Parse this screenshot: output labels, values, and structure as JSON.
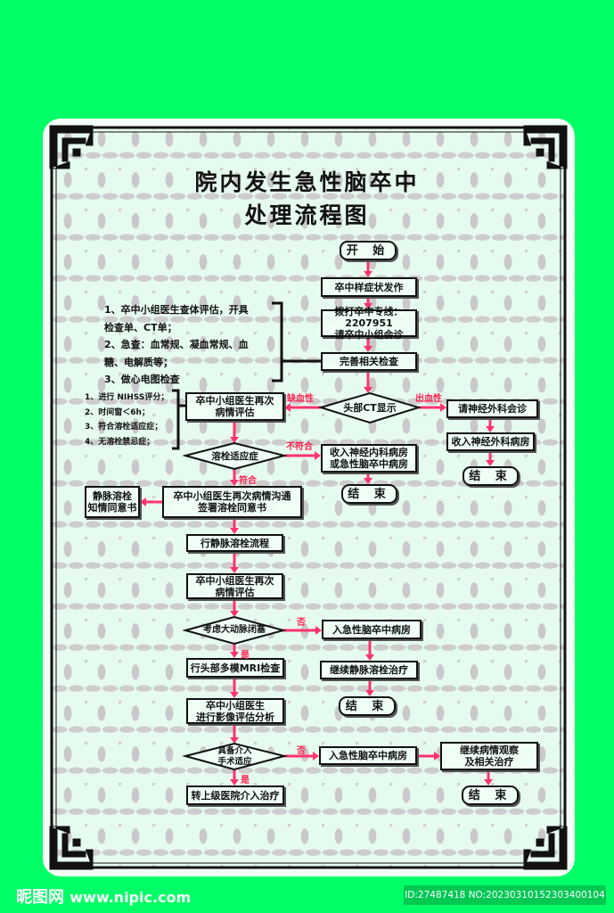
{
  "title": {
    "line1": "院内发生急性脑卒中",
    "line2": "处理流程图"
  },
  "nodes": {
    "start": "开 始",
    "symptom": "卒中样症状发作",
    "call": "拨打卒中专线：2207951\n请卒中小组会诊",
    "exam": "完善相关检查",
    "ct": "头部CT显示",
    "neurosurg_consult": "请神经外科会诊",
    "neurosurg_ward": "收入神经外科病房",
    "end1": "结 束",
    "reassess1": "卒中小组医生再次\n病情评估",
    "thrombolysis_ind": "溶栓适应症",
    "neuro_ward": "收入神经内科病房\n或急性脑卒中病房",
    "end2": "结 束",
    "consent_talk": "卒中小组医生再次病情沟通\n签署溶栓同意书",
    "consent_form": "静脉溶栓\n知情同意书",
    "iv_process": "行静脉溶栓流程",
    "reassess2": "卒中小组医生再次\n病情评估",
    "lvo": "考虑大动脉闭塞",
    "stroke_ward1": "入急性脑卒中病房",
    "continue_iv": "继续静脉溶栓治疗",
    "end3": "结 束",
    "mri": "行头部多模MRI检查",
    "imaging": "卒中小组医生\n进行影像评估分析",
    "intervention": "具备介入\n手术适应",
    "stroke_ward2": "入急性脑卒中病房",
    "observe": "继续病情观察\n及相关治疗",
    "end4": "结 束",
    "transfer": "转上级医院介入治疗"
  },
  "labels": {
    "ischemic": "缺血性",
    "hemorrhagic": "出血性",
    "not_meet": "不符合",
    "meet": "符合",
    "no1": "否",
    "yes1": "是",
    "no2": "否",
    "yes2": "是"
  },
  "notes1": [
    "1、卒中小组医生查体评估，开具",
    "检查单、CT单；",
    "2、急查：血常规、凝血常规、血",
    "糖、电解质等；",
    "3、做心电图检查"
  ],
  "notes2": [
    "1、进行 NIHSS评分；",
    "2、时间窗＜6h；",
    "3、符合溶栓适应症；",
    "4、无溶栓禁忌症；"
  ],
  "footer": {
    "logo": "昵图网",
    "url": "www.nipic.com",
    "id": "ID:27487418 NO:20230310152303400104"
  },
  "colors": {
    "background": "#00ff66",
    "arrow": "#ff3370",
    "panel": "#e6fbef"
  }
}
